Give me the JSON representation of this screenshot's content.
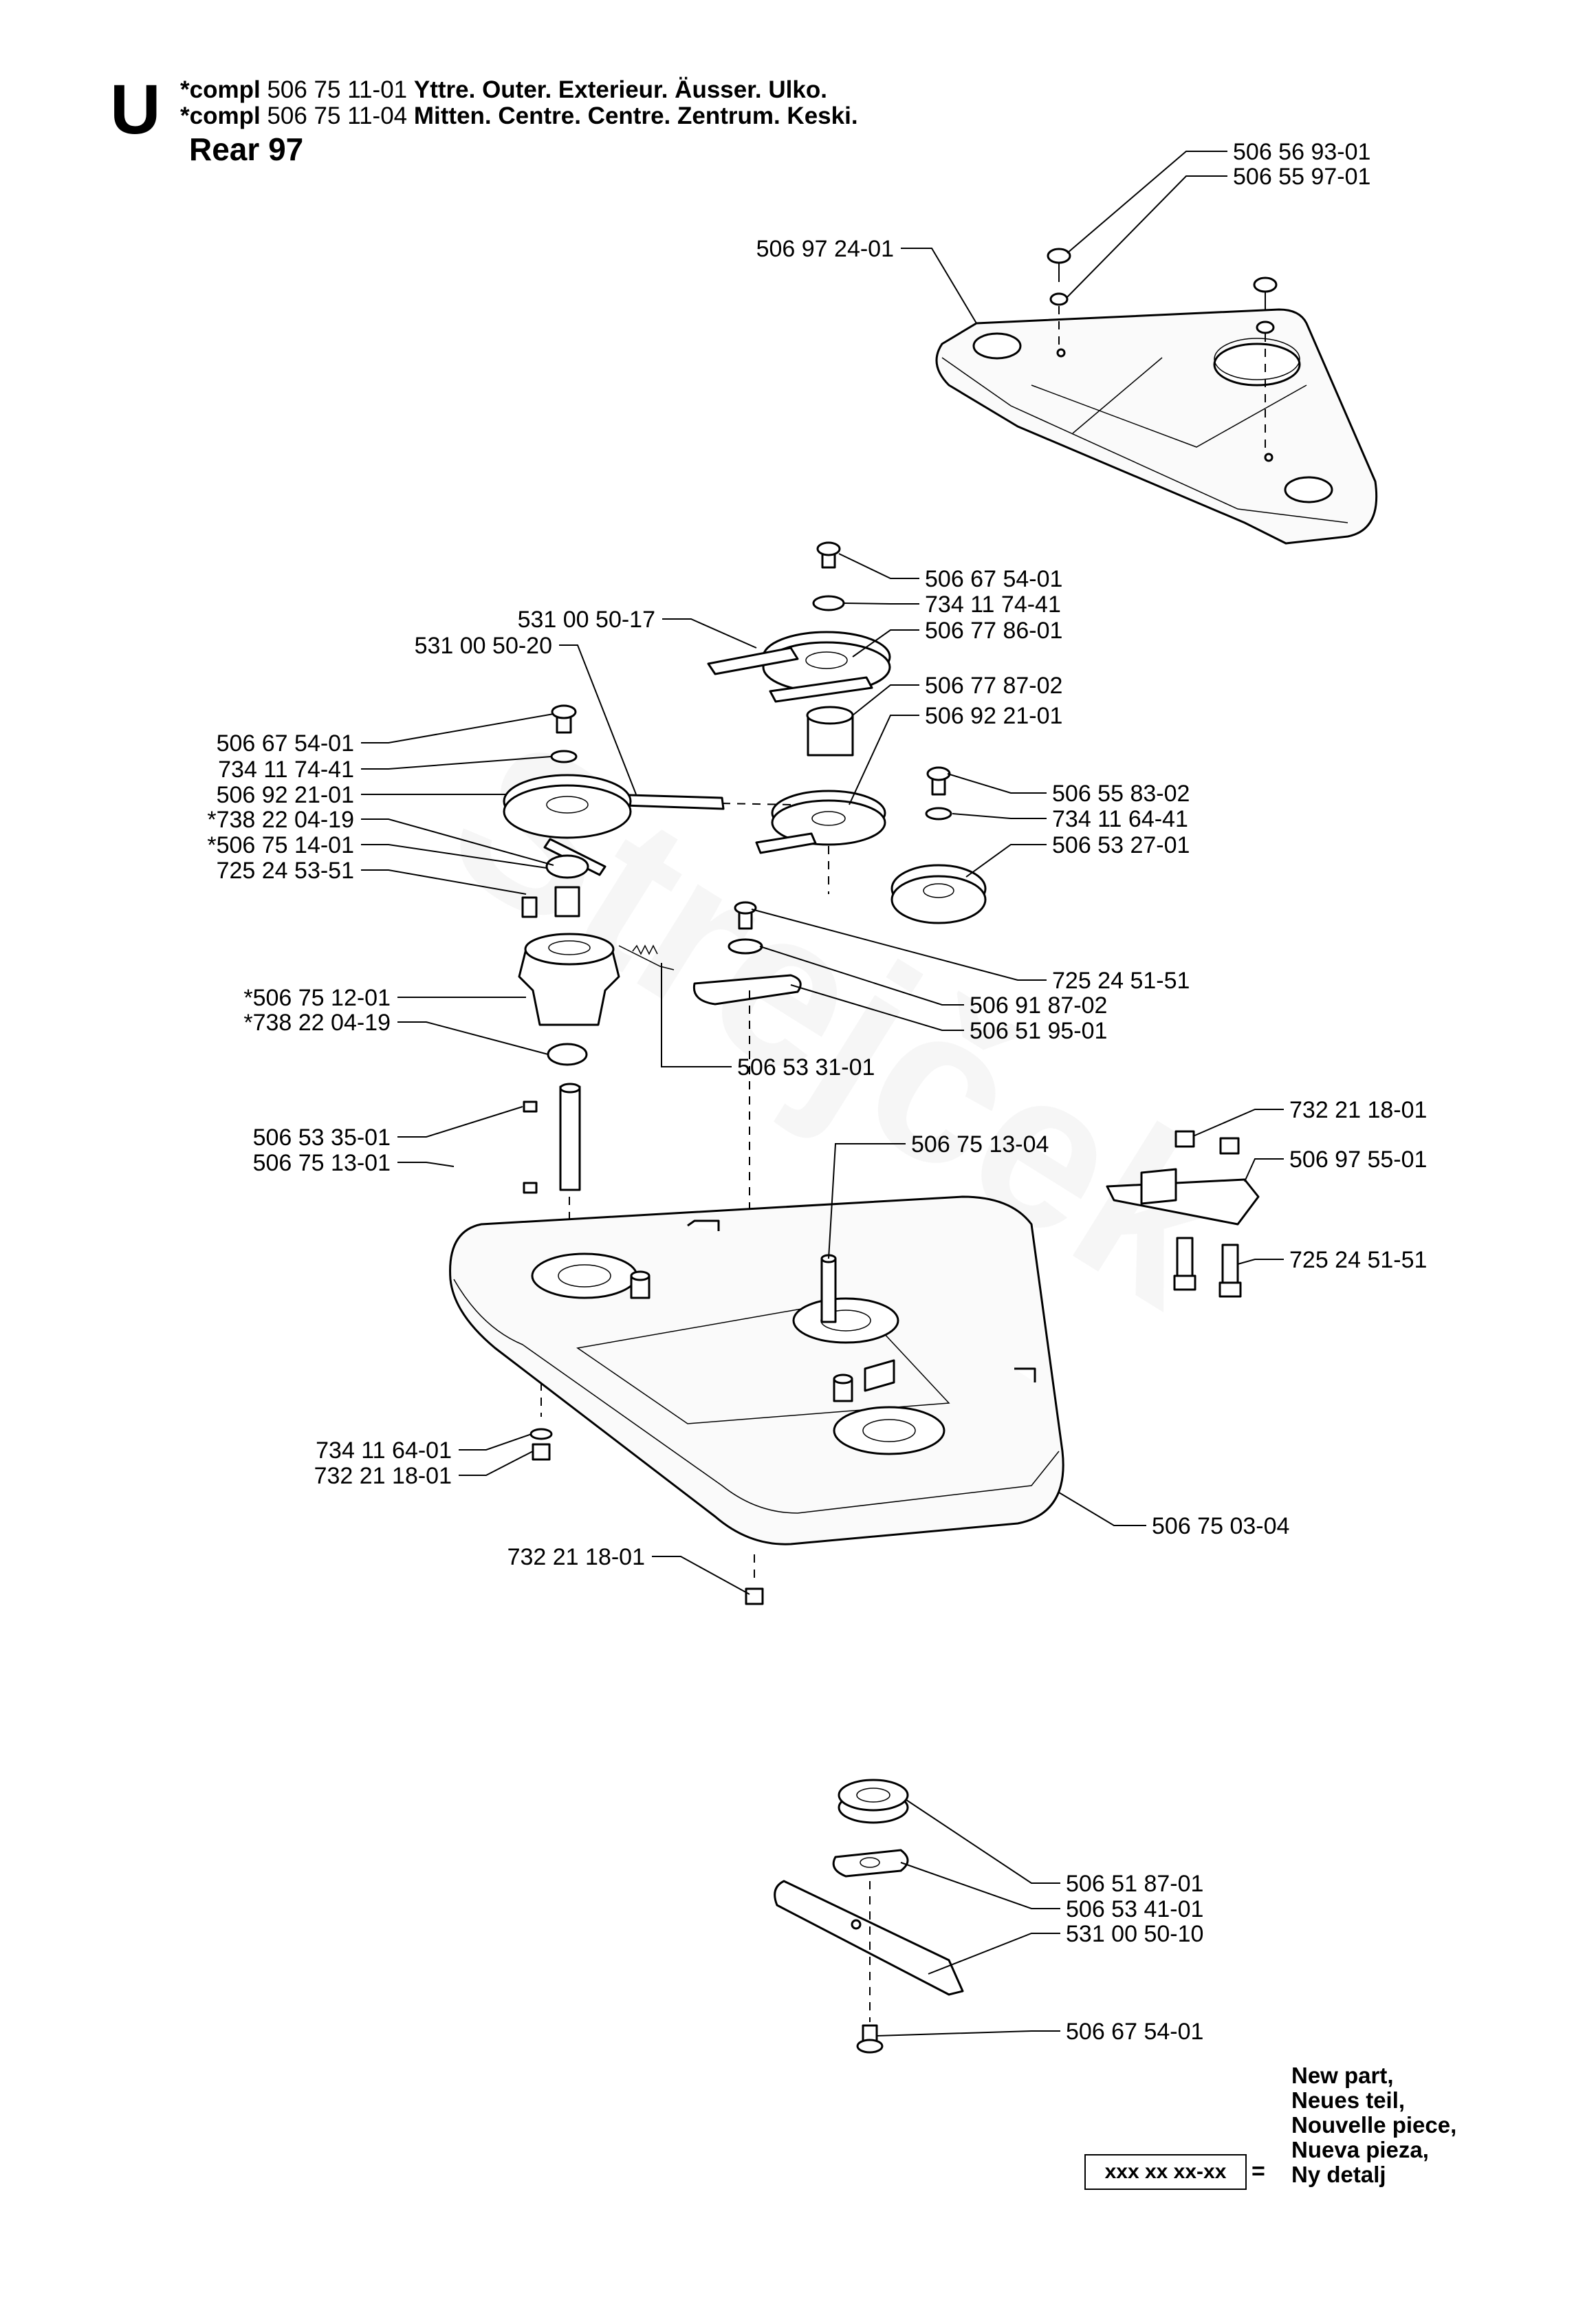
{
  "header": {
    "section_letter": "U",
    "rows": [
      {
        "prefix": "*compl",
        "part_no": "506 75 11-01",
        "desc": "Yttre. Outer. Exterieur. Äusser. Ulko."
      },
      {
        "prefix": "*compl",
        "part_no": "506 75 11-04",
        "desc": "Mitten. Centre. Centre. Zentrum. Keski."
      }
    ],
    "model": "Rear 97"
  },
  "labels": [
    "506 56 93-01",
    "506 55 97-01",
    "506 97 24-01",
    "506 67 54-01",
    "734 11 74-41",
    "506 77 86-01",
    "531 00 50-17",
    "531 00 50-20",
    "506 77 87-02",
    "506 92 21-01",
    "506 67 54-01",
    "734 11 74-41",
    "506 92 21-01",
    "*738 22 04-19",
    "*506 75 14-01",
    "725 24 53-51",
    "506 55 83-02",
    "734 11 64-41",
    "506 53 27-01",
    "725 24 51-51",
    "506 91 87-02",
    "506 51 95-01",
    "506 53 31-01",
    "*506 75 12-01",
    "*738 22 04-19",
    "506 53 35-01",
    "506 75 13-01",
    "506 75 13-04",
    "732 21 18-01",
    "506 97 55-01",
    "725 24 51-51",
    "734 11 64-01",
    "732 21 18-01",
    "506 75 03-04",
    "732 21 18-01",
    "506 51 87-01",
    "506 53 41-01",
    "531 00 50-10",
    "506 67 54-01"
  ],
  "legend": {
    "box_text": "xxx xx xx-xx",
    "equals": "=",
    "lines": [
      "New part,",
      "Neues teil,",
      "Nouvelle piece,",
      "Nueva pieza,",
      "Ny detalj"
    ]
  },
  "watermark": "Strejček"
}
